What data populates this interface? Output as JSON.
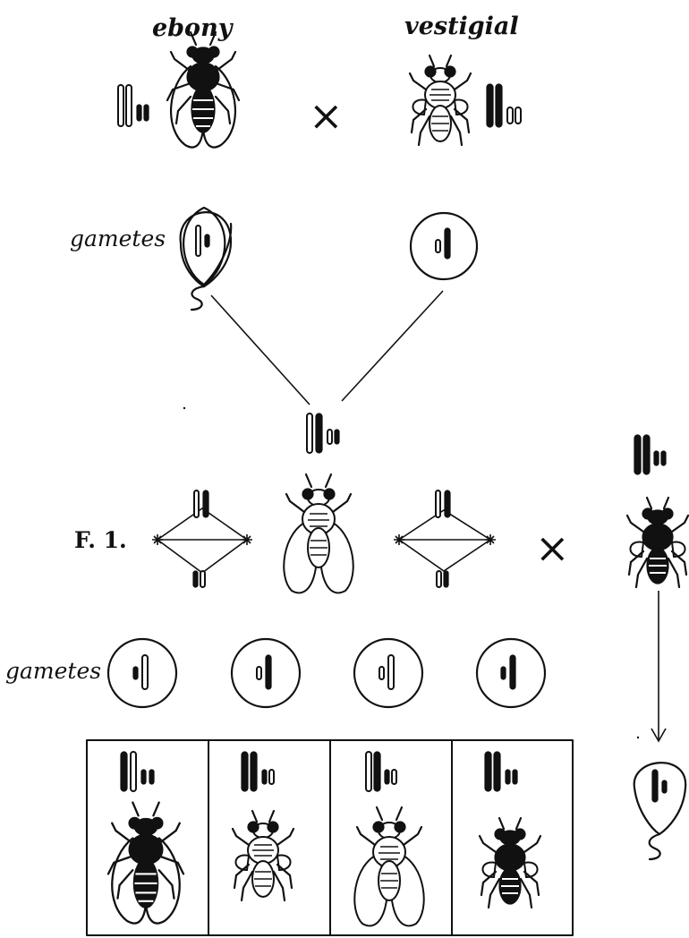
{
  "labels": {
    "ebony": "ebony",
    "vestigial": "vestigial",
    "gametes_top": "gametes",
    "gametes_bottom": "gametes",
    "f1": "F. 1.",
    "cross_symbol": "×"
  },
  "icons": {
    "fly": "fruit-fly-drawing",
    "chromosome_long": "long-chromosome-bar",
    "chromosome_short": "short-chromosome-bar",
    "egg": "egg-cell-with-tail",
    "sperm": "sperm-cell-circle",
    "arrow": "down-arrow"
  },
  "colors": {
    "ink": "#111111",
    "paper": "#ffffff"
  }
}
